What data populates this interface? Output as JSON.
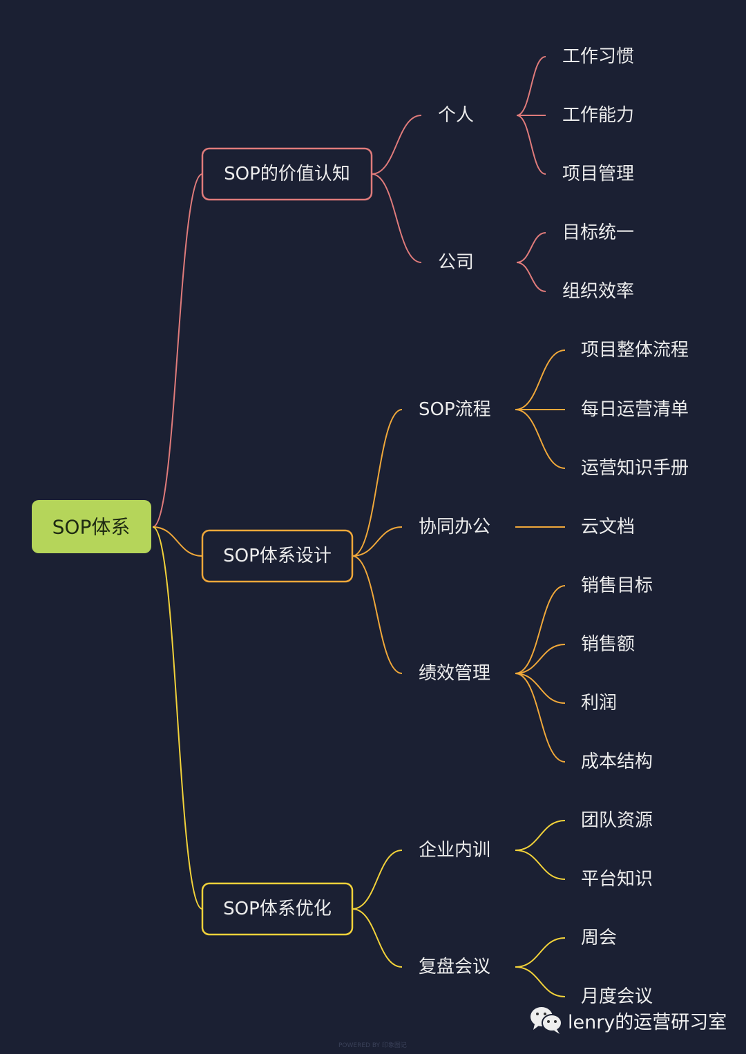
{
  "root": {
    "label": "SOP体系",
    "color": "#b5d55a"
  },
  "branches": [
    {
      "label": "SOP的价值认知",
      "color": "#e07b7b",
      "children": [
        {
          "label": "个人",
          "children": [
            "工作习惯",
            "工作能力",
            "项目管理"
          ]
        },
        {
          "label": "公司",
          "children": [
            "目标统一",
            "组织效率"
          ]
        }
      ]
    },
    {
      "label": "SOP体系设计",
      "color": "#f0a83a",
      "children": [
        {
          "label": "SOP流程",
          "children": [
            "项目整体流程",
            "每日运营清单",
            "运营知识手册"
          ]
        },
        {
          "label": "协同办公",
          "children": [
            "云文档"
          ]
        },
        {
          "label": "绩效管理",
          "children": [
            "销售目标",
            "销售额",
            "利润",
            "成本结构"
          ]
        }
      ]
    },
    {
      "label": "SOP体系优化",
      "color": "#f2d23a",
      "children": [
        {
          "label": "企业内训",
          "children": [
            "团队资源",
            "平台知识"
          ]
        },
        {
          "label": "复盘会议",
          "children": [
            "周会",
            "月度会议"
          ]
        }
      ]
    }
  ],
  "watermark": {
    "text": "lenry的运营研习室",
    "icon": "wechat-icon"
  },
  "footer": "POWERED BY 印象图记"
}
